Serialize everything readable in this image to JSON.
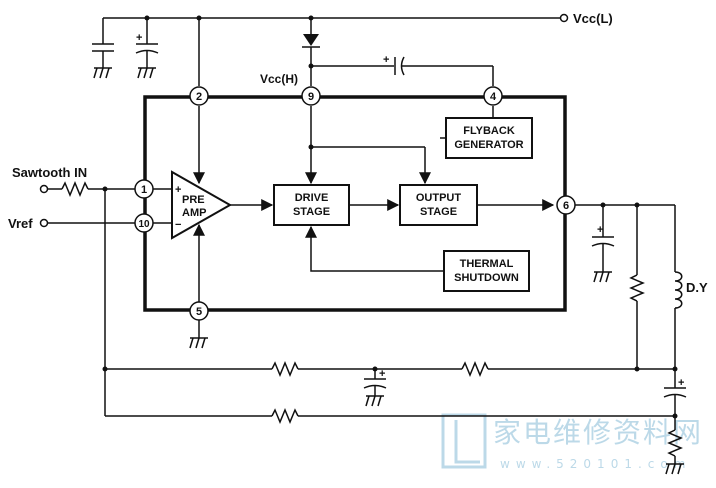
{
  "labels": {
    "vcc_low": "Vcc(L)",
    "vcc_high": "Vcc(H)",
    "sawtooth_in": "Sawtooth IN",
    "vref": "Vref",
    "dy": "D.Y"
  },
  "pins": [
    "1",
    "2",
    "4",
    "5",
    "6",
    "9",
    "10"
  ],
  "blocks": {
    "preamp_line1": "PRE",
    "preamp_line2": "AMP",
    "drive_line1": "DRIVE",
    "drive_line2": "STAGE",
    "output_line1": "OUTPUT",
    "output_line2": "STAGE",
    "flyback_line1": "FLYBACK",
    "flyback_line2": "GENERATOR",
    "thermal_line1": "THERMAL",
    "thermal_line2": "SHUTDOWN"
  },
  "symbols": {
    "plus": "+",
    "minus": "−"
  },
  "watermark": {
    "cn": "家电维修资料网",
    "url": "www.520101.com"
  }
}
